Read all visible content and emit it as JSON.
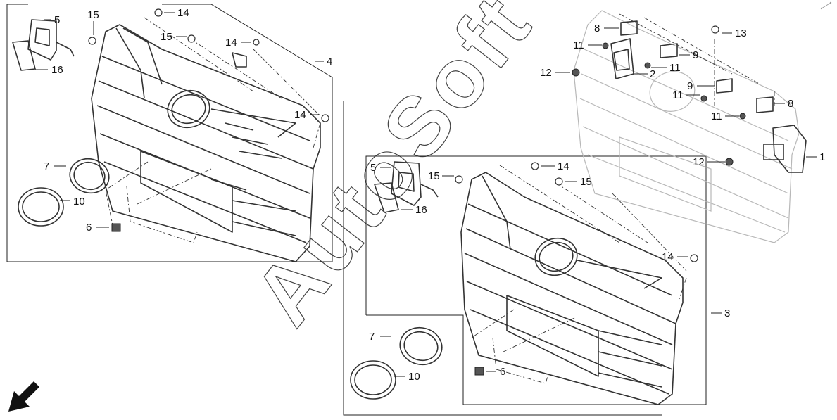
{
  "watermark": {
    "text": "AutoSoft"
  },
  "callouts": {
    "a5": "5",
    "a15": "15",
    "a14top": "14",
    "a15b": "15",
    "a14b": "14",
    "a4": "4",
    "a16": "16",
    "a14c": "14",
    "a7": "7",
    "a10": "10",
    "a6": "6",
    "b5": "5",
    "b15": "15",
    "b14": "14",
    "b15b": "15",
    "b16": "16",
    "b14b": "14",
    "b3": "3",
    "b7": "7",
    "b10": "10",
    "b6": "6",
    "c8": "8",
    "c11a": "11",
    "c9": "9",
    "c13": "13",
    "c12a": "12",
    "c2": "2",
    "c11b": "11",
    "c9b": "9",
    "c11c": "11",
    "c8b": "8",
    "c11d": "11",
    "c12b": "12",
    "c1": "1"
  },
  "icons": {
    "direction": "arrow-down-left-icon"
  }
}
